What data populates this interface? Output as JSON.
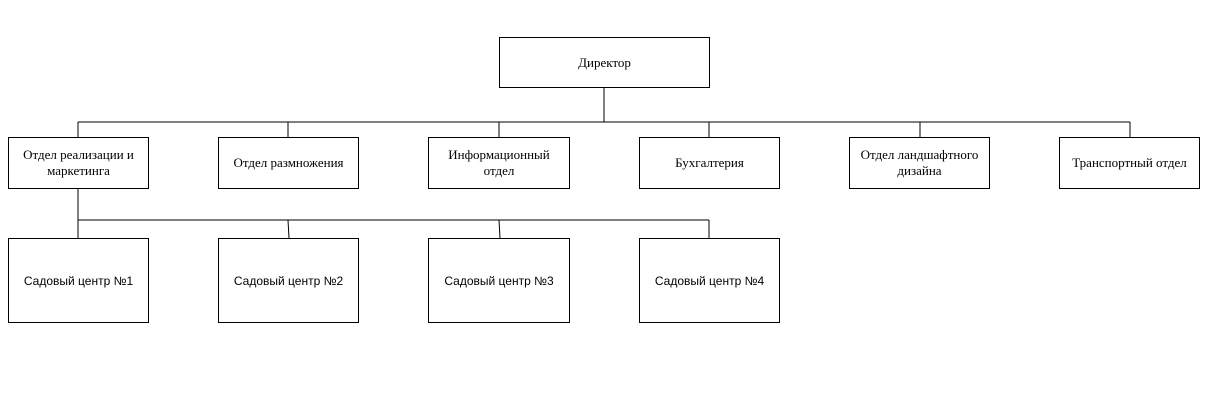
{
  "diagram": {
    "director": "Директор",
    "departments": {
      "sales": "Отдел реализации и маркетинга",
      "propagation": "Отдел размножения",
      "information": "Информационный отдел",
      "accounting": "Бухгалтерия",
      "landscape": "Отдел ландшафтного дизайна",
      "transport": "Транспортный отдел"
    },
    "garden_centers": {
      "gc1": "Садовый центр №1",
      "gc2": "Садовый центр №2",
      "gc3": "Садовый центр №3",
      "gc4": "Садовый центр №4"
    },
    "colors": {
      "line": "#000000",
      "box_border": "#000000",
      "box_fill": "#ffffff"
    }
  }
}
